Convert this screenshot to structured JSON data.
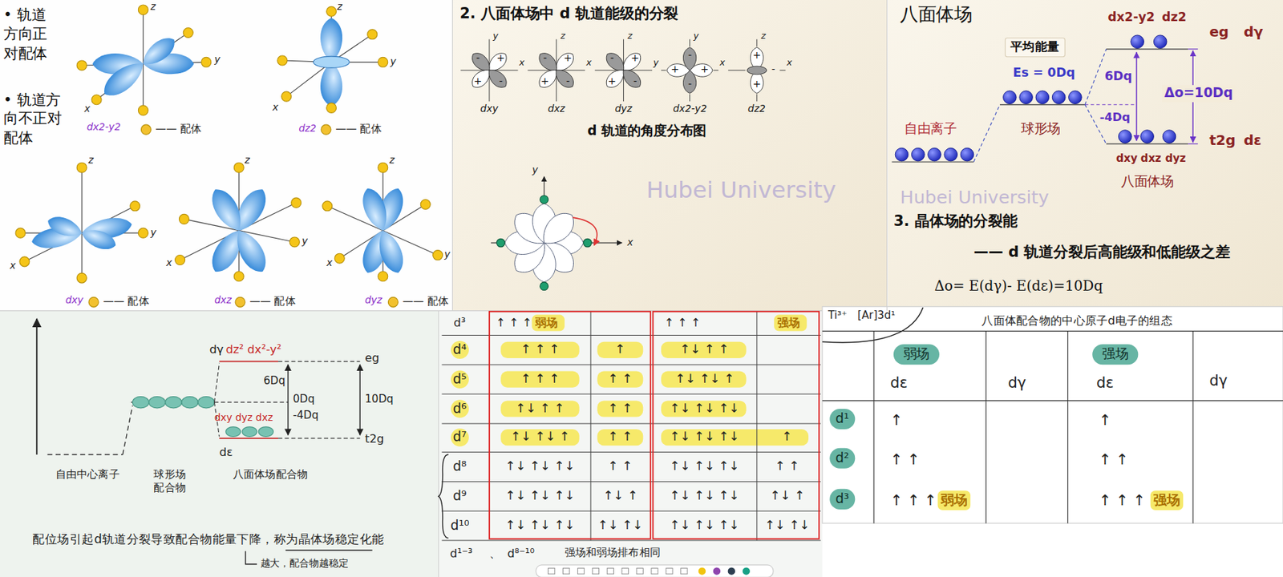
{
  "diagram": {
    "nodes": [
      {
        "text": [
          "平均能量"
        ]
      },
      {
        "text": [
          "弱场"
        ]
      },
      {
        "text": [
          "强场"
        ]
      },
      {
        "text": [
          "d¹"
        ]
      },
      {
        "text": [
          "d²"
        ]
      },
      {
        "text": [
          "d³"
        ]
      }
    ],
    "labels": [
      "• 轨道方向正对配体",
      "• 轨道方向不正对配体",
      "z",
      "y",
      "x",
      "dx2-y2",
      "z",
      "y",
      "x",
      "dz2",
      "z",
      "y",
      "x",
      "dxy",
      "z",
      "y",
      "x",
      "dxz",
      "z",
      "y",
      "x",
      "dyz",
      "2. 八面体场中 d 轨道能级的分裂",
      "y",
      "x",
      "z",
      "x",
      "z",
      "y",
      "y",
      "x",
      "z",
      "x",
      "dxy",
      "dxz",
      "dyz",
      "dx2-y2",
      "dz2",
      "-",
      "+",
      "+",
      "-",
      "-",
      "+",
      "+",
      "-",
      "-",
      "+",
      "+",
      "-",
      "-",
      "+",
      "-",
      "+",
      "+",
      "-",
      "+",
      "d 轨道的角度分布图",
      "y",
      "x",
      "Hubei University",
      "八面体场",
      "Es = 0Dq",
      "自由离子",
      "球形场",
      "dx2-y2",
      "dz2",
      "eg",
      "dγ",
      "6Dq",
      "-4Dq",
      "Δo=10Dq",
      "t2g",
      "dε",
      "dxy",
      "dxz",
      "dyz",
      "八面体场",
      "3. 晶体场的分裂能",
      "—— d 轨道分裂后高能级和低能级之差",
      "Δo= E(dγ)- E(dε)=10Dq",
      "Hubei University",
      "dγ",
      "dz² dx²-y²",
      "eg",
      "6Dq",
      "0Dq",
      "-4Dq",
      "10Dq",
      "dxy dyz dxz",
      "t2g",
      "dε",
      "自由中心离子",
      "球形场 配合物",
      "八面体场配合物",
      "配位场引起d轨道分裂导致配合物能量下降，称为晶体场稳定化能",
      "越大，配合物越稳定",
      "d³",
      "↑ ↑ ↑",
      "弱场",
      "↑ ↑ ↑",
      "强场",
      "d⁴",
      "↑ ↑ ↑",
      "↑",
      "↑↓ ↑ ↑",
      "d⁵",
      "↑ ↑ ↑",
      "↑ ↑",
      "↑↓ ↑↓ ↑",
      "d⁶",
      "↑↓ ↑ ↑",
      "↑ ↑",
      "↑↓ ↑↓ ↑↓",
      "d⁷",
      "↑↓ ↑↓ ↑",
      "↑ ↑",
      "↑↓ ↑↓ ↑↓",
      "↑",
      "d⁸",
      "↑↓ ↑↓ ↑↓",
      "↑ ↑",
      "↑↓ ↑↓ ↑↓",
      "↑ ↑",
      "d⁹",
      "↑↓ ↑↓ ↑↓",
      "↑↓ ↑",
      "↑↓ ↑↓ ↑↓",
      "↑↓ ↑",
      "d¹⁰",
      "↑↓ ↑↓ ↑↓",
      "↑↓ ↑↓",
      "↑↓ ↑↓ ↑↓",
      "↑↓ ↑↓",
      "d¹⁻³",
      "、",
      "d⁸⁻¹⁰",
      "强场和弱场排布相同",
      "Ti³⁺",
      "[Ar]3d¹",
      "八面体配合物的中心原子d电子的组态",
      "dε",
      "dγ",
      "dε",
      "dγ",
      "↑",
      "↑",
      "↑ ↑",
      "↑ ↑",
      "↑ ↑ ↑",
      "弱场",
      "↑ ↑ ↑",
      "强场"
    ],
    "legend": [
      {
        "text": "—— 配体",
        "color": "#f2c12e"
      },
      {
        "text": "—— 配体",
        "color": "#f2c12e"
      },
      {
        "text": "—— 配体",
        "color": "#f2c12e"
      },
      {
        "text": "—— 配体",
        "color": "#f2c12e"
      },
      {
        "text": "—— 配体",
        "color": "#f2c12e"
      }
    ]
  }
}
